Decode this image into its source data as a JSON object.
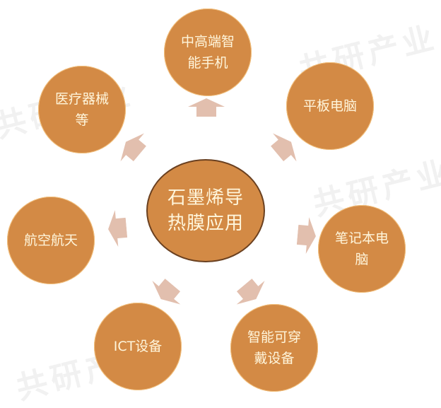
{
  "diagram": {
    "center": {
      "lines": [
        "石墨烯导",
        "热膜应用"
      ]
    },
    "nodes": [
      {
        "id": "smartphone",
        "lines": [
          "中高端智",
          "能手机"
        ]
      },
      {
        "id": "tablet",
        "lines": [
          "平板电脑"
        ]
      },
      {
        "id": "laptop",
        "lines": [
          "笔记本电",
          "脑"
        ]
      },
      {
        "id": "wearable",
        "lines": [
          "智能可穿",
          "戴设备"
        ]
      },
      {
        "id": "ict",
        "lines": [
          "ICT设备"
        ]
      },
      {
        "id": "aerospace",
        "lines": [
          "航空航天"
        ]
      },
      {
        "id": "medical",
        "lines": [
          "医疗器械",
          "等"
        ]
      }
    ],
    "colors": {
      "node_fill": "#d38a45",
      "center_border": "#6a4020",
      "text": "#fff6dc",
      "arrow": "#e2bfae"
    },
    "watermark": "共研产业"
  }
}
